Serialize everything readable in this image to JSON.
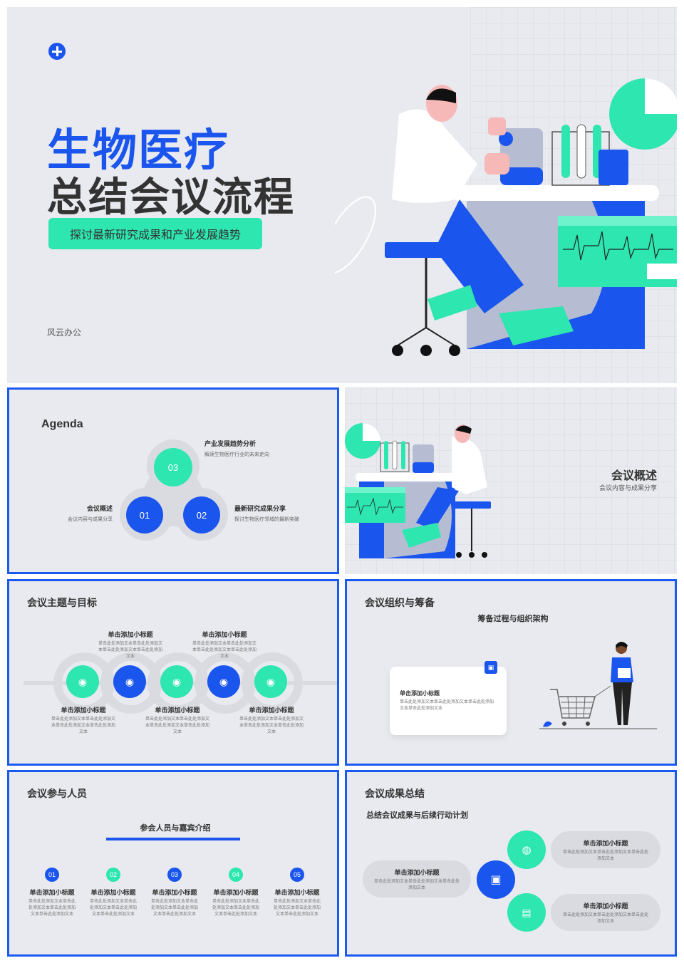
{
  "cover": {
    "title_line1": "生物医疗",
    "title_line2": "总结会议流程",
    "subtitle": "探讨最新研究成果和产业发展趋势",
    "brand": "风云办公"
  },
  "agenda": {
    "title": "Agenda",
    "items": [
      {
        "num": "03",
        "title": "产业发展趋势分析",
        "desc": "解读生物医疗行业的未来走向"
      },
      {
        "num": "01",
        "title": "会议概述",
        "desc": "会议内容与成果分享"
      },
      {
        "num": "02",
        "title": "最新研究成果分享",
        "desc": "探讨生物医疗领域的最新突破"
      }
    ]
  },
  "overview": {
    "title": "会议概述",
    "subtitle": "会议内容与成果分享"
  },
  "theme": {
    "title": "会议主题与目标",
    "top_items": [
      {
        "title": "单击添加小标题",
        "desc": "单击此处添加文本单击此处添加文本单击此处添加文本单击此处添加文本"
      },
      {
        "title": "单击添加小标题",
        "desc": "单击此处添加文本单击此处添加文本单击此处添加文本单击此处添加文本"
      }
    ],
    "bottom_items": [
      {
        "title": "单击添加小标题",
        "desc": "单击此处添加文本单击此处添加文本单击此处添加文本单击此处添加文本"
      },
      {
        "title": "单击添加小标题",
        "desc": "单击此处添加文本单击此处添加文本单击此处添加文本单击此处添加文本"
      },
      {
        "title": "单击添加小标题",
        "desc": "单击此处添加文本单击此处添加文本单击此处添加文本单击此处添加文本"
      }
    ]
  },
  "organize": {
    "title": "会议组织与筹备",
    "subtitle": "筹备过程与组织架构",
    "card_title": "单击添加小标题",
    "card_desc": "单击此处添加文本单击此处添加文本单击此处添加文本单击此处添加文本"
  },
  "people": {
    "title": "会议参与人员",
    "subtitle": "参会人员与嘉宾介绍",
    "items": [
      {
        "num": "01",
        "title": "单击添加小标题",
        "desc": "单击此处添加文本单击此处添加文本单击此处添加文本单击此处添加文本"
      },
      {
        "num": "02",
        "title": "单击添加小标题",
        "desc": "单击此处添加文本单击此处添加文本单击此处添加文本单击此处添加文本"
      },
      {
        "num": "03",
        "title": "单击添加小标题",
        "desc": "单击此处添加文本单击此处添加文本单击此处添加文本单击此处添加文本"
      },
      {
        "num": "04",
        "title": "单击添加小标题",
        "desc": "单击此处添加文本单击此处添加文本单击此处添加文本单击此处添加文本"
      },
      {
        "num": "05",
        "title": "单击添加小标题",
        "desc": "单击此处添加文本单击此处添加文本单击此处添加文本单击此处添加文本"
      }
    ]
  },
  "results": {
    "title": "会议成果总结",
    "subtitle": "总结会议成果与后续行动计划",
    "left": {
      "title": "单击添加小标题",
      "desc": "单击此处添加文本单击此处添加文本单击此处添加文本"
    },
    "right_top": {
      "title": "单击添加小标题",
      "desc": "单击此处添加文本单击此处添加文本单击此处添加文本"
    },
    "right_bottom": {
      "title": "单击添加小标题",
      "desc": "单击此处添加文本单击此处添加文本单击此处添加文本"
    }
  },
  "colors": {
    "blue": "#1a55ee",
    "teal": "#2ee6b0",
    "bg": "#e9eaef"
  },
  "icons": [
    "plus-circle-icon",
    "location-pin-icon",
    "image-icon",
    "chat-icon",
    "sofa-icon"
  ]
}
